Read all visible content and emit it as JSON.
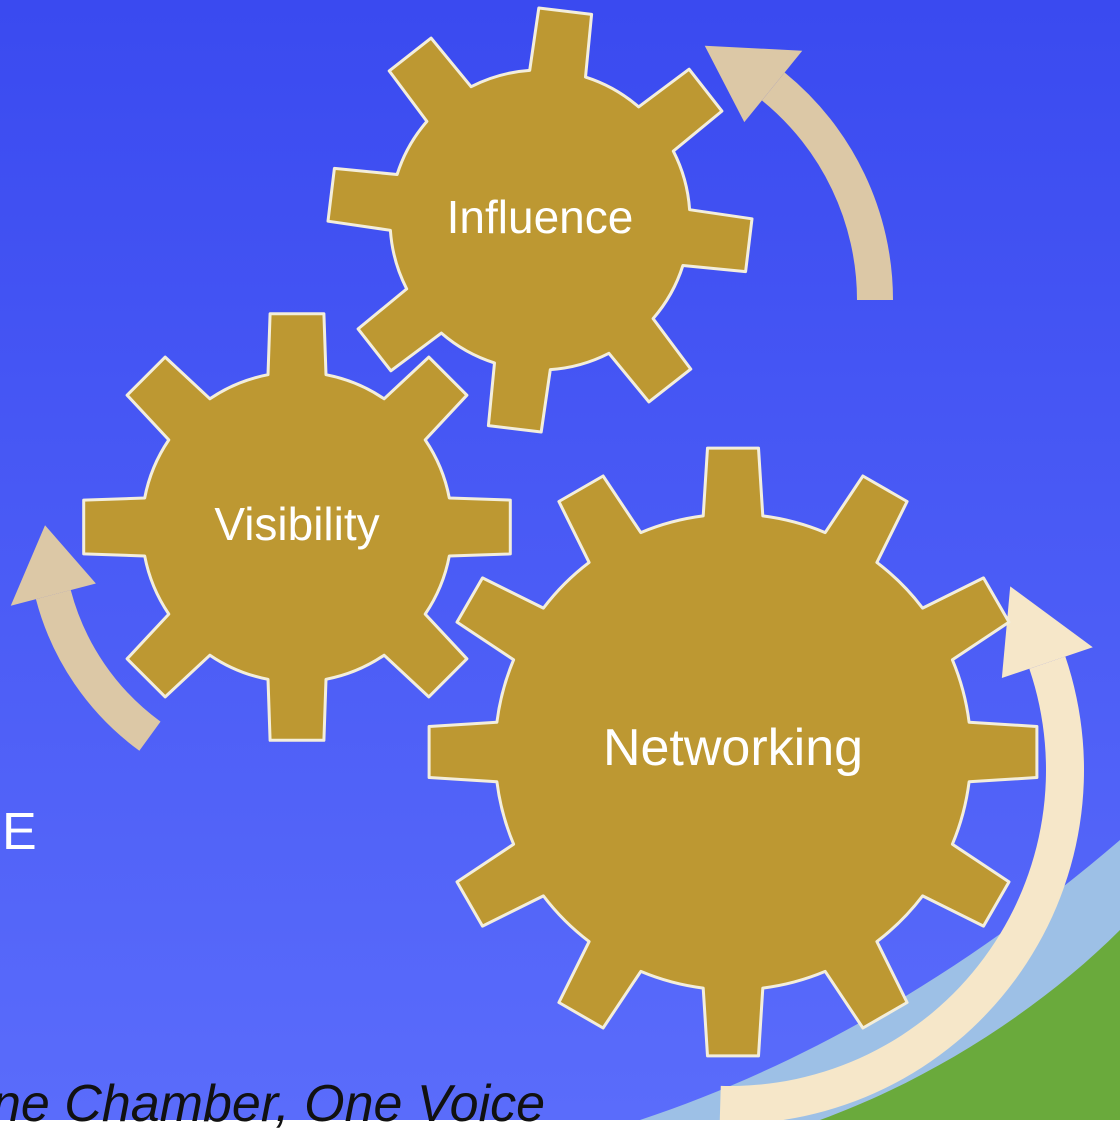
{
  "colors": {
    "background_top": "#3a4af0",
    "background_bottom": "#5a6cfb",
    "gear_fill": "#bd9832",
    "gear_outline": "#f3eedc",
    "arrow_fill": "#dcc8a6",
    "arrow_fill_light": "#f6e7c9",
    "swoosh_light": "#9dc0e6",
    "swoosh_green": "#6aaa3c"
  },
  "gears": {
    "influence": {
      "label": "Influence",
      "icon": "gear-icon"
    },
    "visibility": {
      "label": "Visibility",
      "icon": "gear-icon"
    },
    "networking": {
      "label": "Networking",
      "icon": "gear-icon"
    }
  },
  "arrows": [
    "curved-arrow-icon",
    "curved-arrow-icon",
    "curved-arrow-icon"
  ],
  "side_text": "E",
  "tagline": "ne Chamber, One Voice"
}
